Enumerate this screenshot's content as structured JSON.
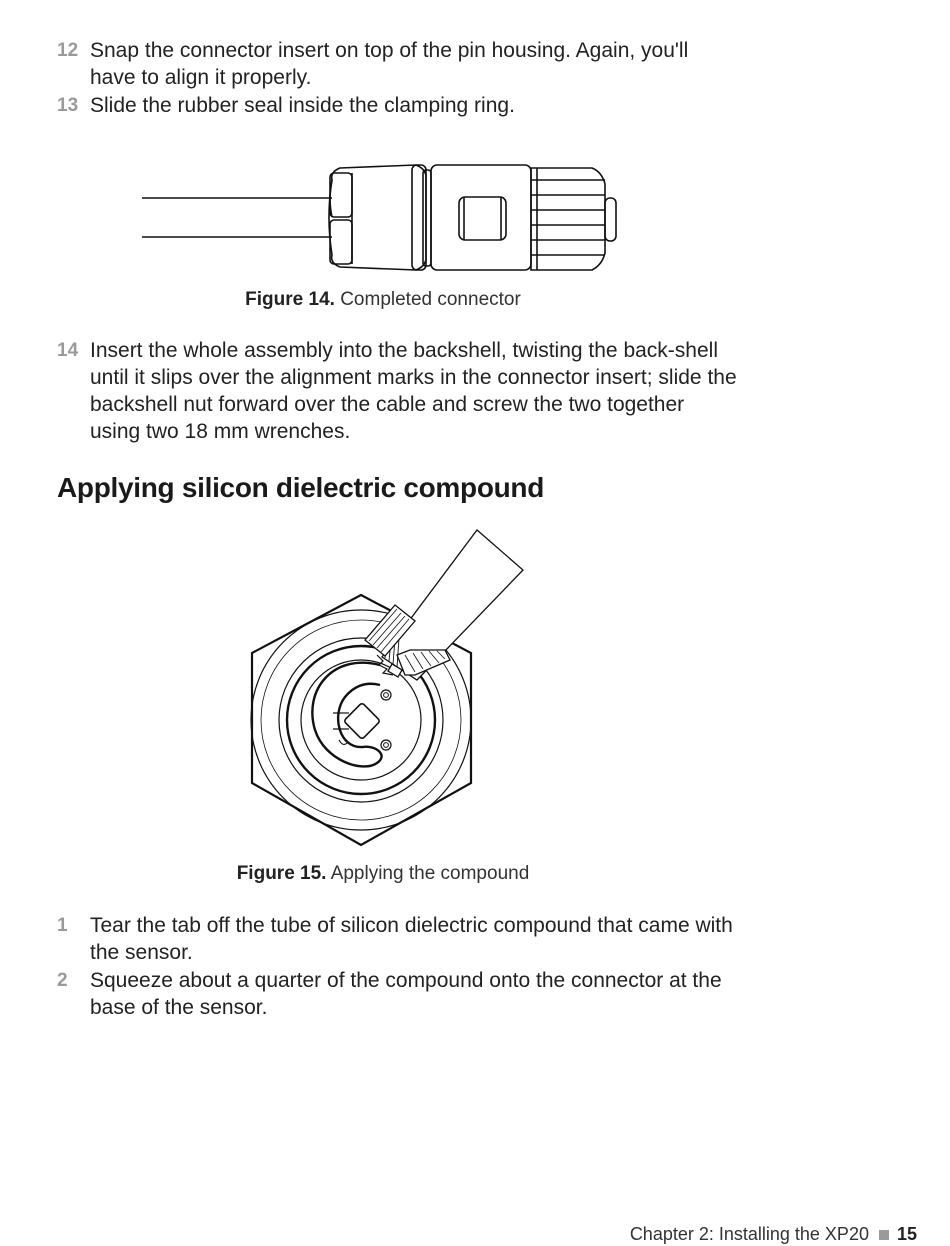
{
  "steps_top": [
    {
      "num": "12",
      "text": "Snap the connector insert on top of the pin housing. Again, you'll have to align it properly."
    },
    {
      "num": "13",
      "text": "Slide the rubber seal inside the clamping ring."
    }
  ],
  "figure14": {
    "label": "Figure 14.",
    "caption": "Completed connector"
  },
  "step14": {
    "num": "14",
    "text": "Insert the whole assembly into the backshell, twisting the back-shell until it slips over the alignment marks in the connector insert; slide the backshell nut forward over the cable and screw the two together using two 18 mm wrenches."
  },
  "section": {
    "heading": "Applying silicon dielectric compound"
  },
  "figure15": {
    "label": "Figure 15.",
    "caption": "Applying the compound"
  },
  "steps_bottom": [
    {
      "num": "1",
      "text": "Tear the tab off the tube of silicon dielectric compound that came with the sensor."
    },
    {
      "num": "2",
      "text": "Squeeze about a quarter of the compound onto the connector at the base of the sensor."
    }
  ],
  "footer": {
    "chapter": "Chapter 2:  Installing the XP20",
    "page": "15"
  }
}
